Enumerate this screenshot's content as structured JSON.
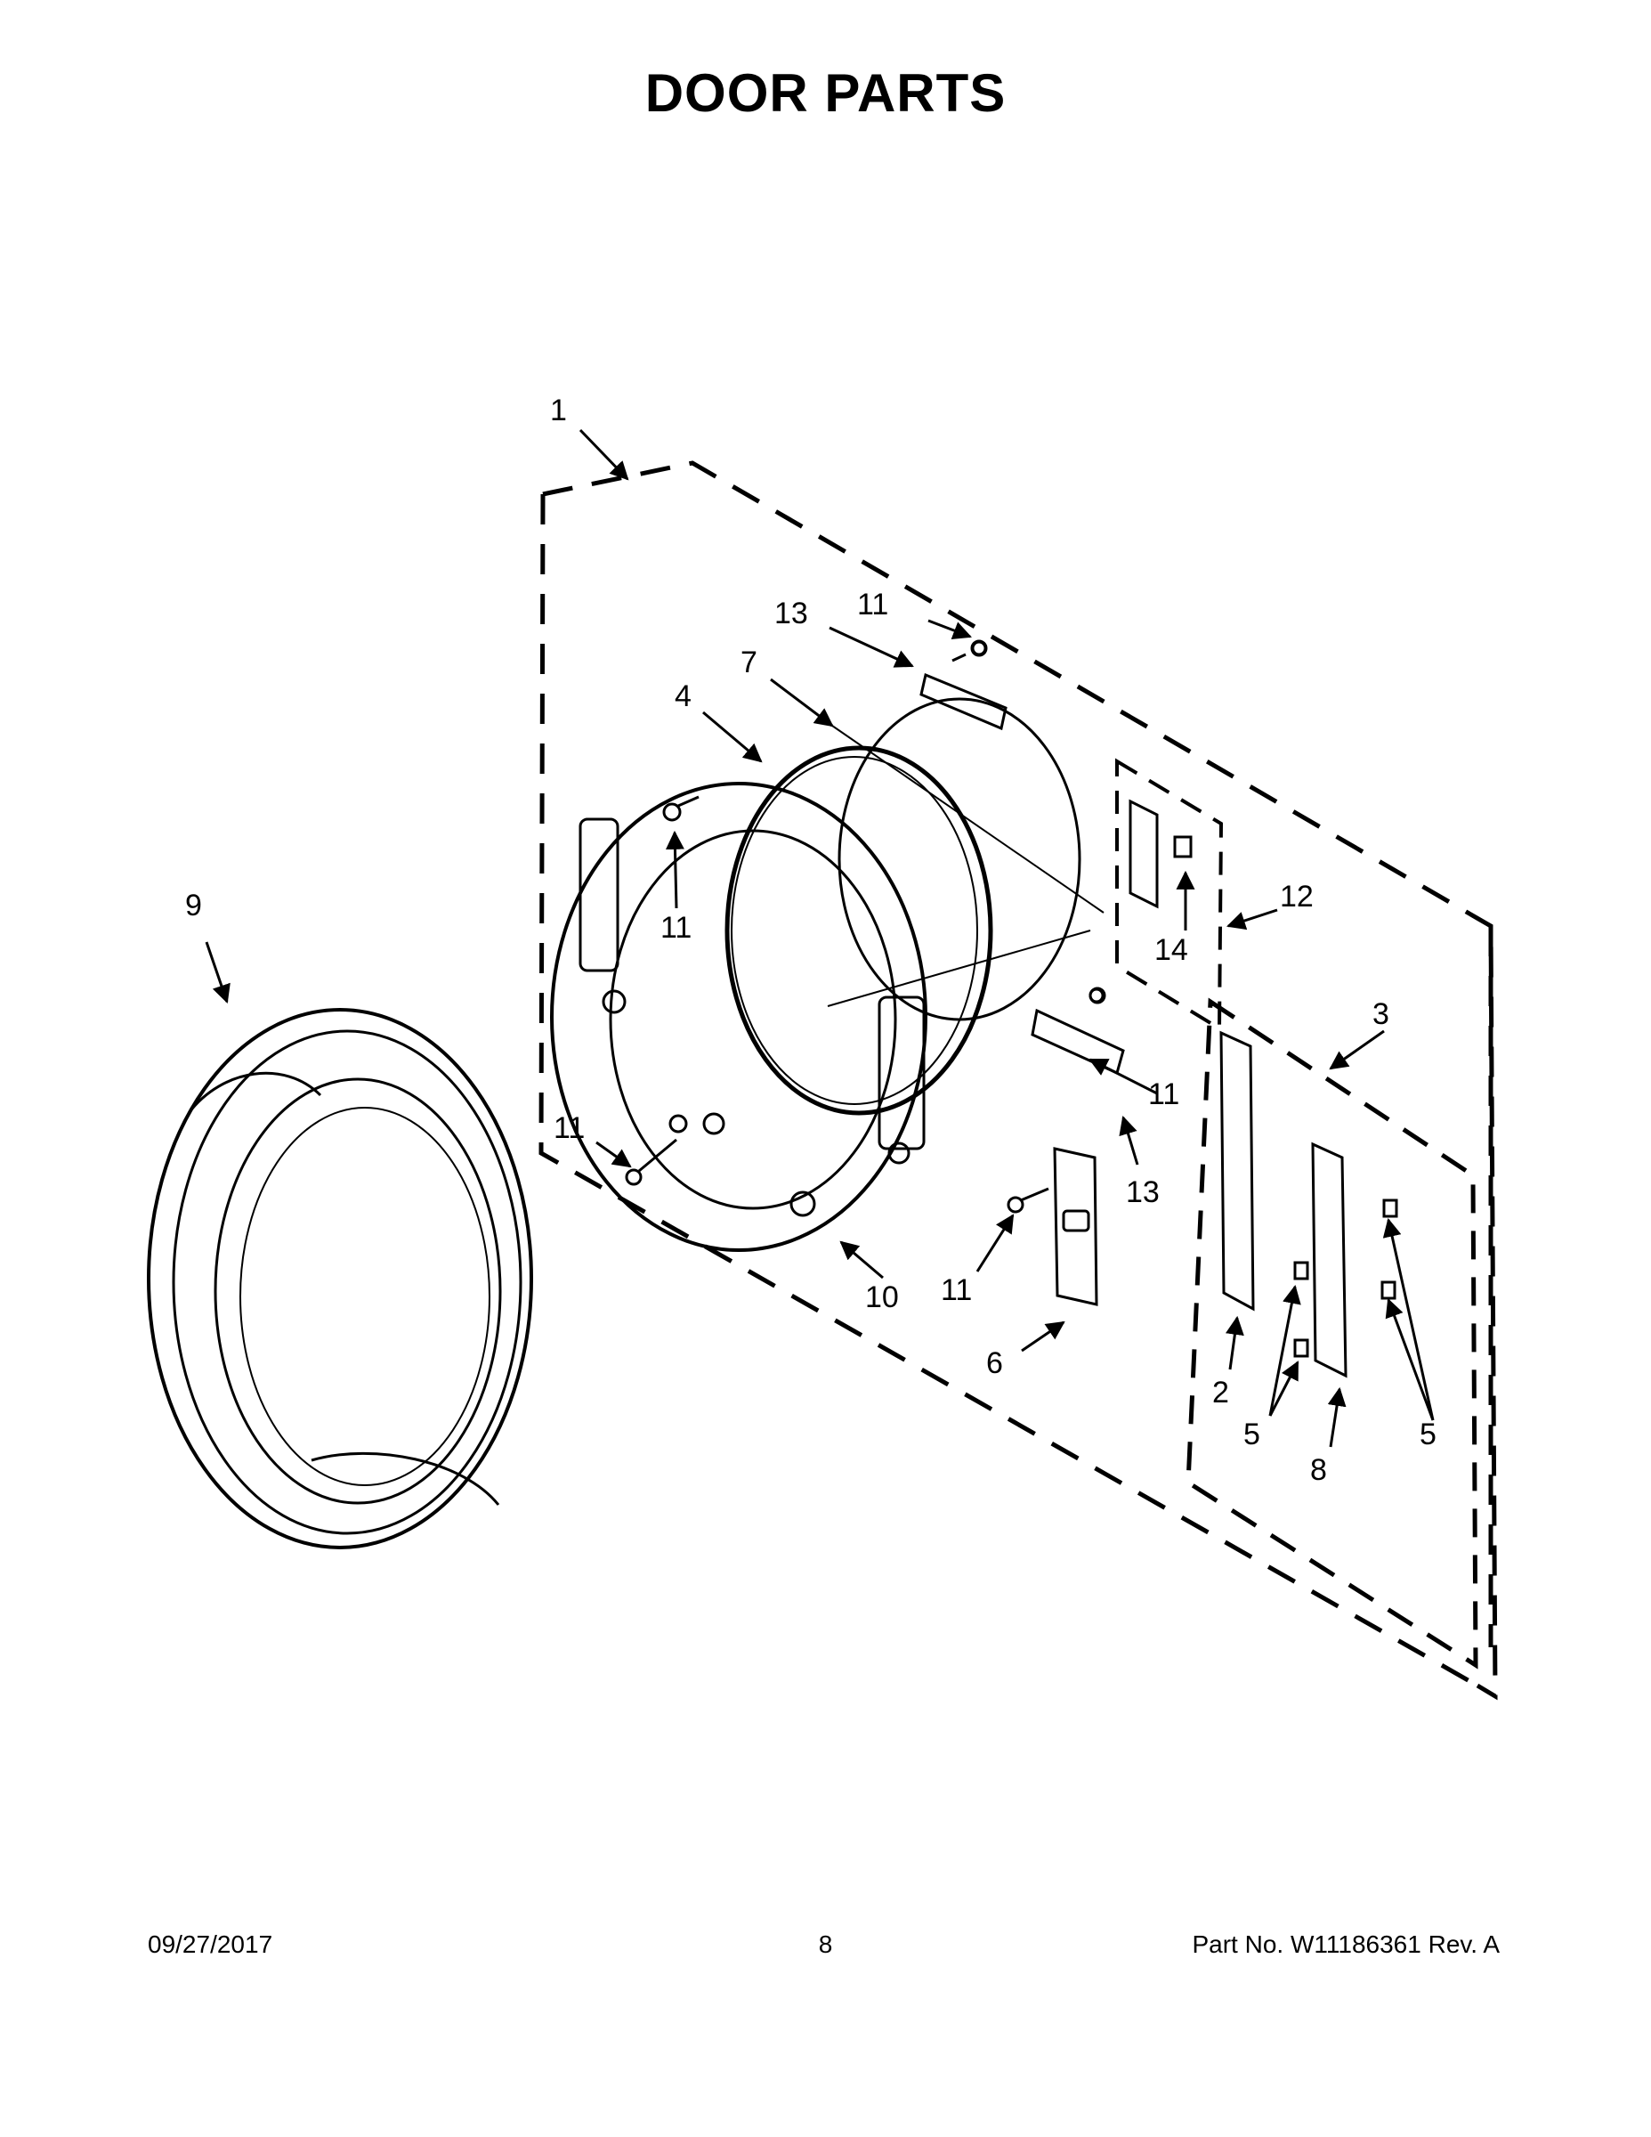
{
  "page": {
    "title": "DOOR PARTS"
  },
  "callouts": [
    "1",
    "13",
    "11",
    "7",
    "4",
    "11",
    "9",
    "12",
    "14",
    "3",
    "11",
    "11",
    "13",
    "11",
    "10",
    "6",
    "2",
    "5",
    "8",
    "5"
  ],
  "footer": {
    "date": "09/27/2017",
    "page_number": "8",
    "part_label": "Part No.  W11186361  Rev.  A"
  }
}
